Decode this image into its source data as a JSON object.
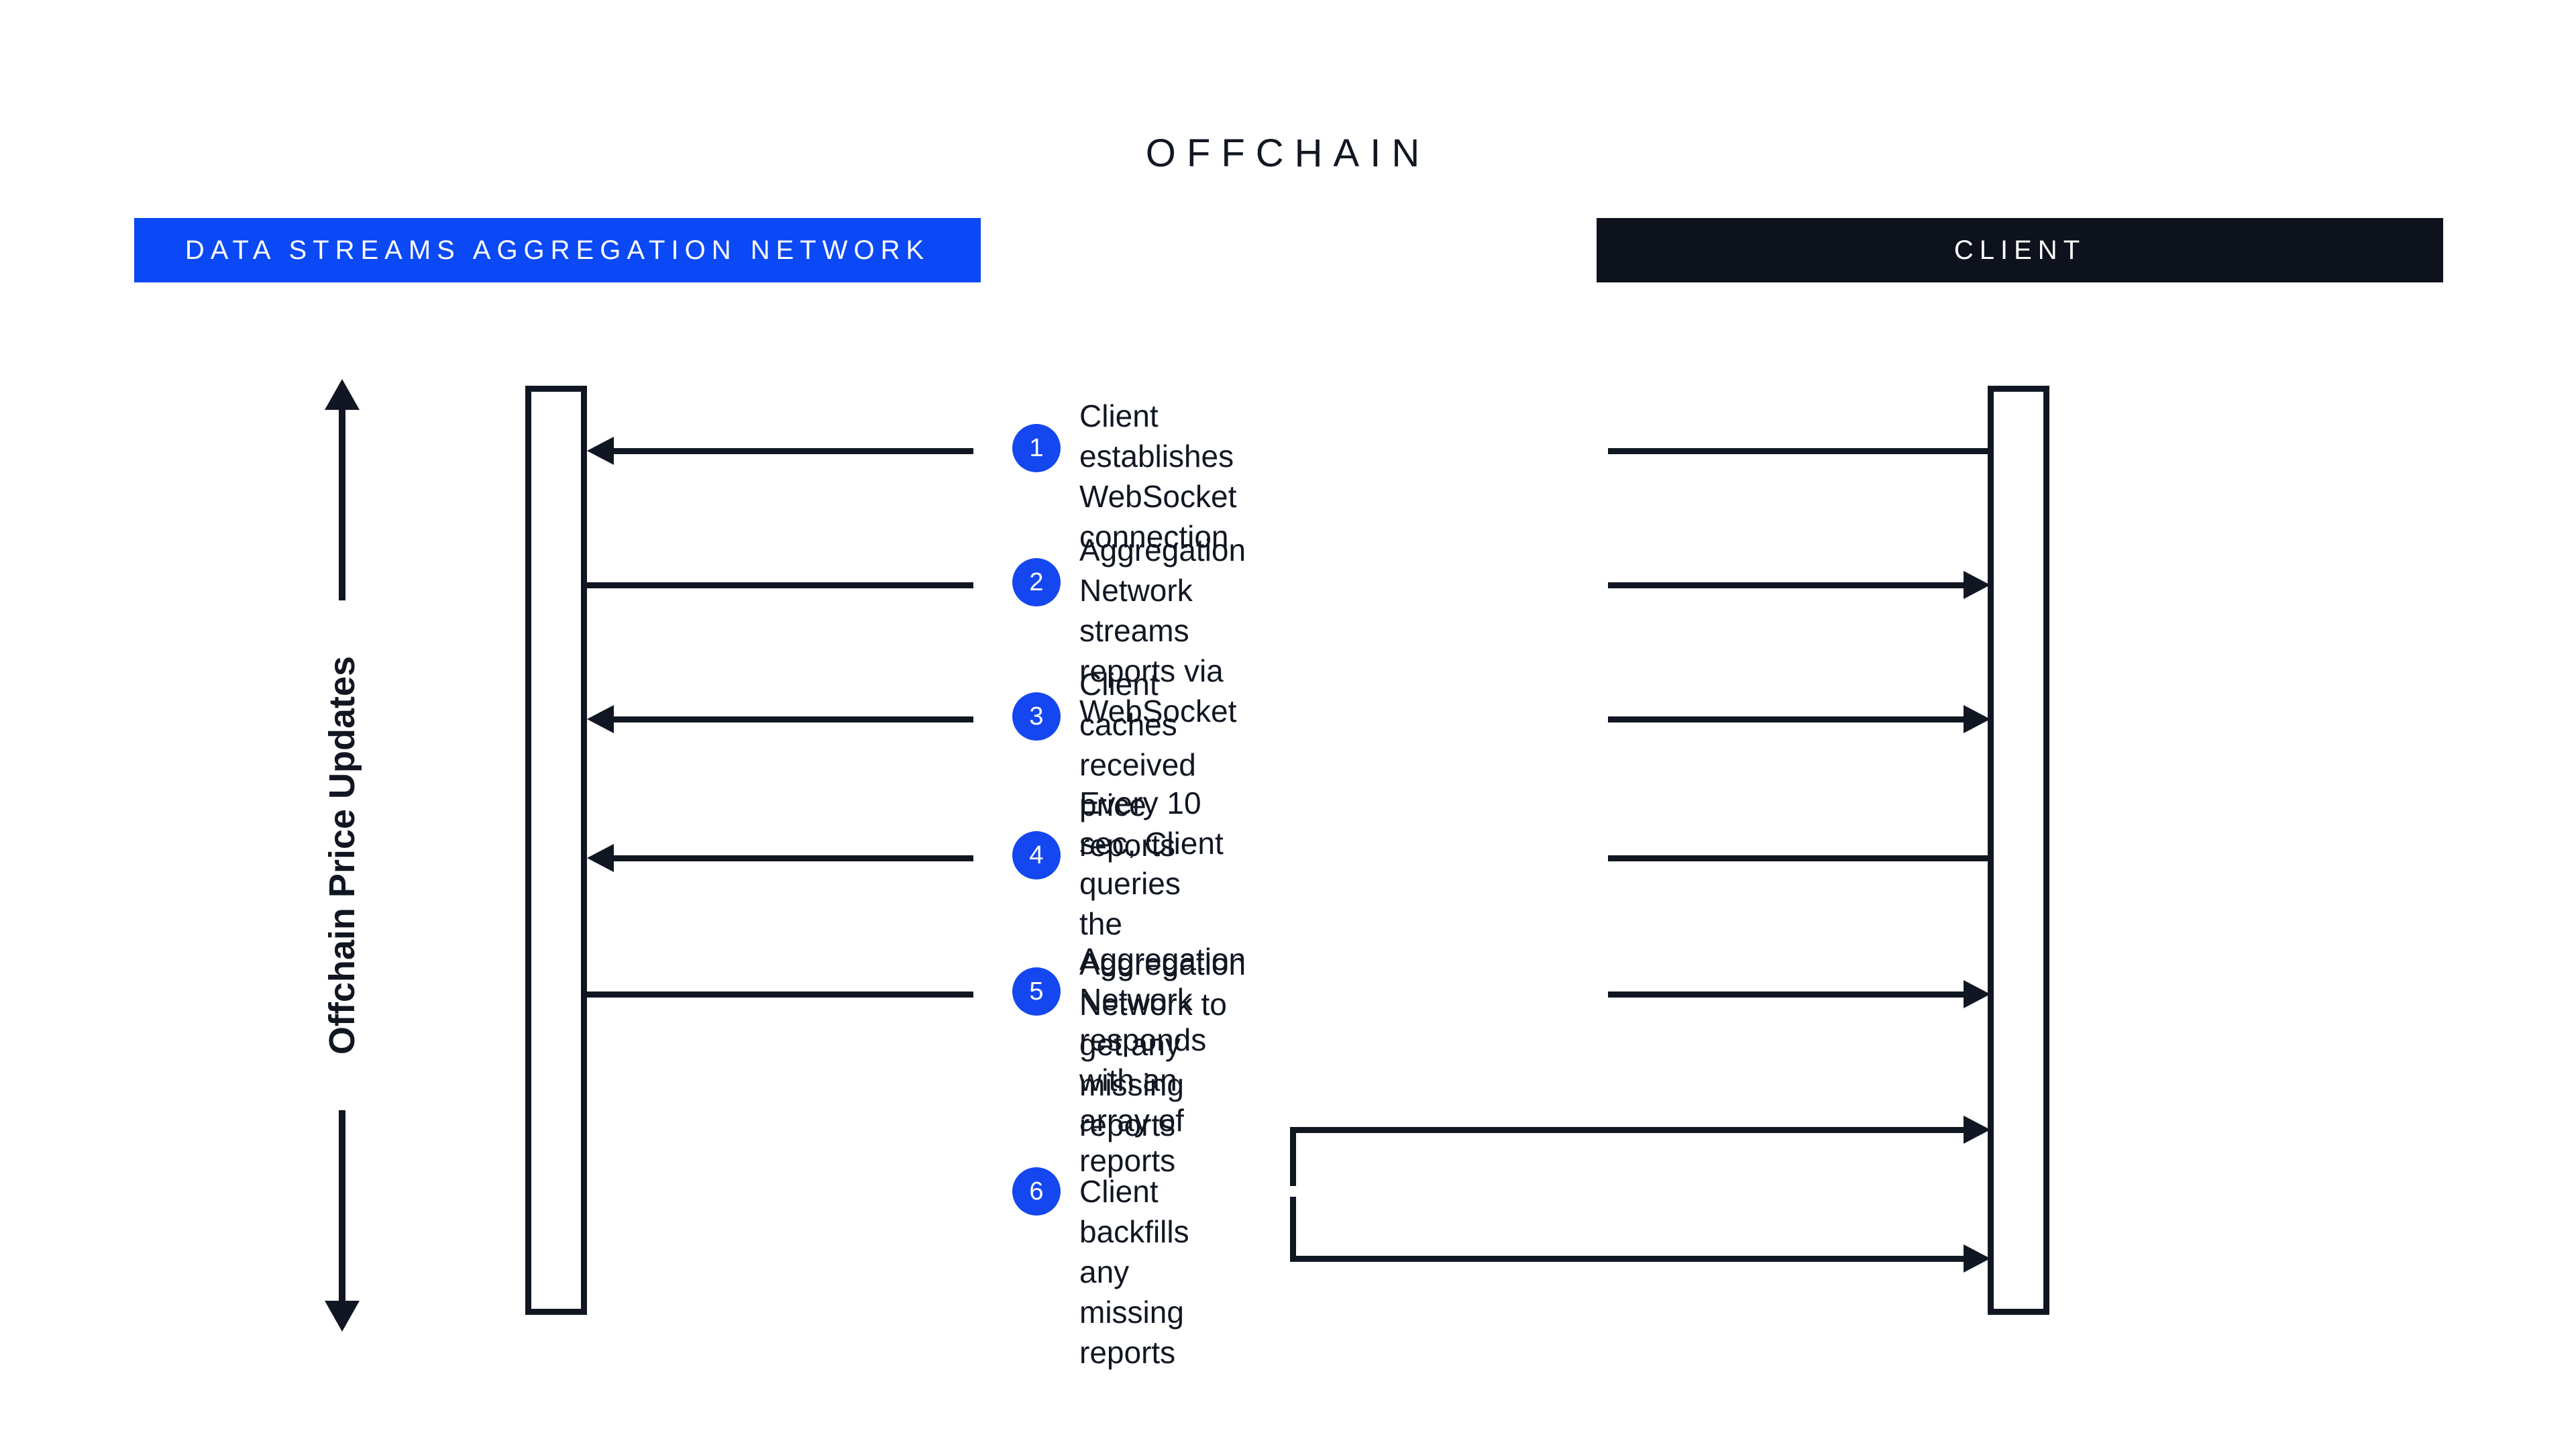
{
  "diagram": {
    "title": "OFFCHAIN",
    "axis_label": "Offchain Price Updates",
    "accent_blue": "#0b49f6",
    "badge_blue": "#1547f0",
    "ink": "#111722",
    "background": "#ffffff"
  },
  "lanes": [
    {
      "id": "aggregation-network",
      "label": "DATA STREAMS AGGREGATION NETWORK",
      "background": "#0b49f6",
      "text_color": "#ffffff"
    },
    {
      "id": "client",
      "label": "CLIENT",
      "background": "#0e121d",
      "text_color": "#ffffff"
    }
  ],
  "steps": [
    {
      "number": "1",
      "text": "Client establishes\nWebSocket connection"
    },
    {
      "number": "2",
      "text": "Aggregation Network streams\nreports via WebSocket"
    },
    {
      "number": "3",
      "text": "Client caches received\nprice reports"
    },
    {
      "number": "4",
      "text": "Every 10 sec, Client queries\nthe Aggregation Network to\nget any missing reports"
    },
    {
      "number": "5",
      "text": "Aggregation Network responds\nwith an array of reports"
    },
    {
      "number": "6",
      "text": "Client backfills any missing reports"
    }
  ]
}
